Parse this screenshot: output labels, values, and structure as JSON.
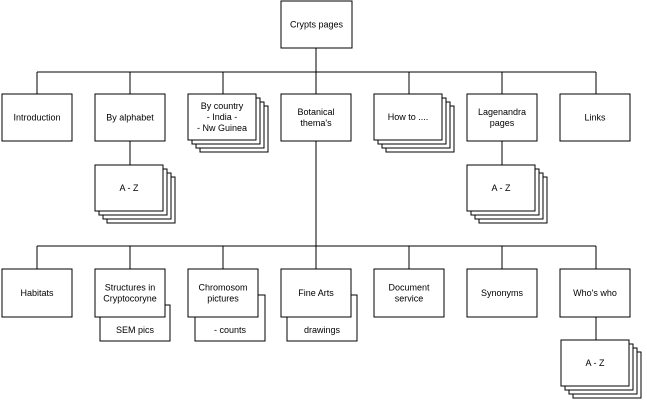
{
  "diagram": {
    "root": {
      "lines": [
        "Crypts pages"
      ]
    },
    "level1": {
      "introduction": {
        "lines": [
          "Introduction"
        ]
      },
      "by_alphabet": {
        "lines": [
          "By alphabet"
        ]
      },
      "by_country": {
        "lines": [
          "By country",
          "- India -",
          "- Nw Guinea"
        ]
      },
      "botanical_themas": {
        "lines": [
          "Botanical",
          "thema's"
        ]
      },
      "how_to": {
        "lines": [
          "How to ...."
        ]
      },
      "lagenandra_pages": {
        "lines": [
          "Lagenandra",
          "pages"
        ]
      },
      "links": {
        "lines": [
          "Links"
        ]
      }
    },
    "alphabet_index": {
      "lines": [
        "A - Z"
      ]
    },
    "lagenandra_index": {
      "lines": [
        "A - Z"
      ]
    },
    "level2": {
      "habitats": {
        "lines": [
          "Habitats"
        ]
      },
      "structures": {
        "lines": [
          "Structures in",
          "Cryptocoryne"
        ]
      },
      "structures_sub": {
        "lines": [
          "SEM pics"
        ]
      },
      "chromosom": {
        "lines": [
          "Chromosom",
          "pictures"
        ]
      },
      "chromosom_sub": {
        "lines": [
          "- counts"
        ]
      },
      "fine_arts": {
        "lines": [
          "Fine Arts"
        ]
      },
      "fine_arts_sub": {
        "lines": [
          "drawings"
        ]
      },
      "document_service": {
        "lines": [
          "Document",
          "service"
        ]
      },
      "synonyms": {
        "lines": [
          "Synonyms"
        ]
      },
      "whos_who": {
        "lines": [
          "Who's who"
        ]
      }
    },
    "whos_who_index": {
      "lines": [
        "A - Z"
      ]
    }
  }
}
